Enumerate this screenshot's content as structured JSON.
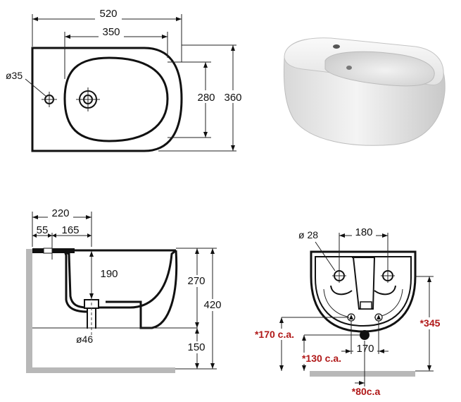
{
  "top_view": {
    "width_label": "520",
    "bowl_width_label": "350",
    "hole_diameter_label": "ø35",
    "bowl_depth_label": "280",
    "total_depth_label": "360"
  },
  "side_view": {
    "depth_label": "220",
    "offset_a_label": "55",
    "offset_b_label": "165",
    "bowl_height_label": "190",
    "body_height_label": "270",
    "total_height_label": "420",
    "drain_diameter_label": "ø46",
    "floor_clearance_label": "150"
  },
  "back_view": {
    "fixing_hole_label": "ø 28",
    "fixing_spacing_label": "180",
    "supply_spacing_label": "170",
    "height_label": "*345",
    "supply_height_label": "*170 c.a.",
    "drain_height_label": "*130 c.a.",
    "drain_offset_label": "*80c.a"
  },
  "colors": {
    "red_labels": "#b01818",
    "wall_gray": "#b8b8b8"
  }
}
